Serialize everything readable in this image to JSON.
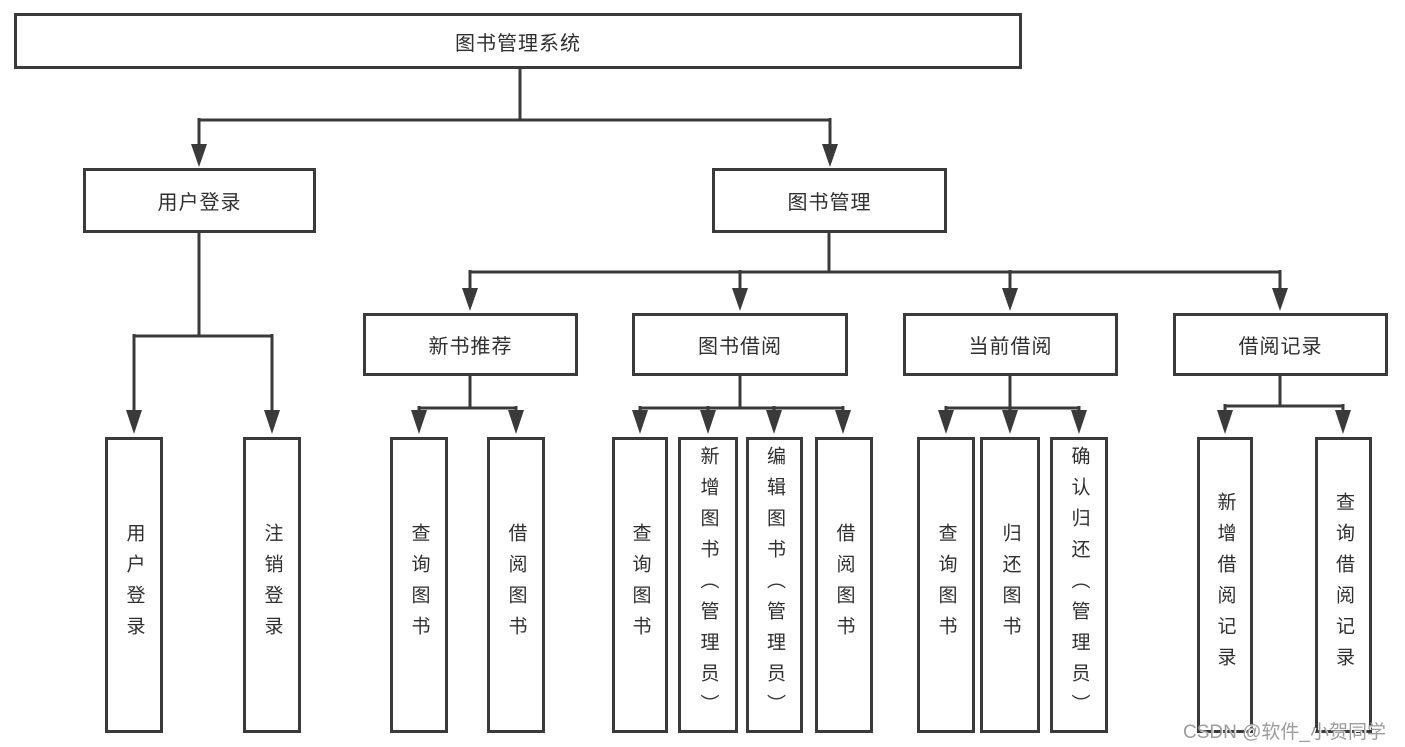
{
  "colors": {
    "line": "#3a3a3a",
    "box_border": "#3a3a3a",
    "text": "#2f2f2f",
    "background": "#ffffff",
    "watermark": "#9c9c9c"
  },
  "watermark": {
    "text": "CSDN @软件_小贺同学"
  },
  "tree": {
    "root": {
      "label": "图书管理系统",
      "children": [
        {
          "label": "用户登录",
          "children": [
            {
              "label": "用户登录"
            },
            {
              "label": "注销登录"
            }
          ]
        },
        {
          "label": "图书管理",
          "children": [
            {
              "label": "新书推荐",
              "children": [
                {
                  "label": "查询图书"
                },
                {
                  "label": "借阅图书"
                }
              ]
            },
            {
              "label": "图书借阅",
              "children": [
                {
                  "label": "查询图书"
                },
                {
                  "label": "新增图书（管理员）"
                },
                {
                  "label": "编辑图书（管理员）"
                },
                {
                  "label": "借阅图书"
                }
              ]
            },
            {
              "label": "当前借阅",
              "children": [
                {
                  "label": "查询图书"
                },
                {
                  "label": "归还图书"
                },
                {
                  "label": "确认归还（管理员）"
                }
              ]
            },
            {
              "label": "借阅记录",
              "children": [
                {
                  "label": "新增借阅记录"
                },
                {
                  "label": "查询借阅记录"
                }
              ]
            }
          ]
        }
      ]
    }
  }
}
